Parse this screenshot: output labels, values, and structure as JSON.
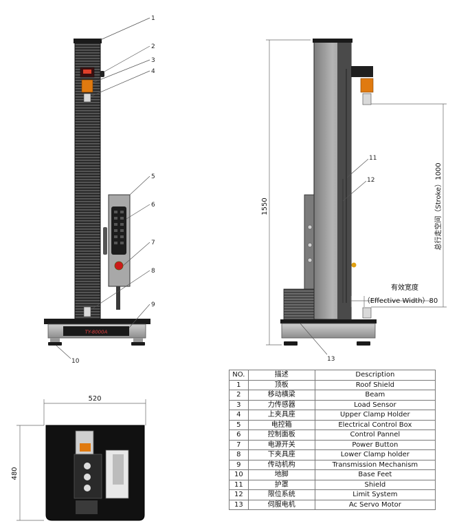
{
  "callouts": [
    "1",
    "2",
    "3",
    "4",
    "5",
    "6",
    "7",
    "8",
    "9",
    "10",
    "11",
    "12",
    "13"
  ],
  "dimensions": {
    "height": "1550",
    "stroke": "总行走空间（Stroke）1000",
    "effective_width_cn": "有效宽度",
    "effective_width_en": "（Effective Width）80",
    "base_width": "520",
    "base_depth": "480"
  },
  "machine_label": "TY-8000A",
  "colors": {
    "frame": "#2b2b2b",
    "panel": "#9a9a9a",
    "accent": "#e07a10",
    "power": "#cc1a1a"
  },
  "parts_table": {
    "headers": [
      "NO.",
      "描述",
      "Description"
    ],
    "rows": [
      {
        "no": "1",
        "cn": "顶板",
        "en": "Roof Shield"
      },
      {
        "no": "2",
        "cn": "移动横梁",
        "en": "Beam"
      },
      {
        "no": "3",
        "cn": "力传感器",
        "en": "Load Sensor"
      },
      {
        "no": "4",
        "cn": "上夹具座",
        "en": "Upper Clamp Holder"
      },
      {
        "no": "5",
        "cn": "电控箱",
        "en": "Electrical Control Box"
      },
      {
        "no": "6",
        "cn": "控制面板",
        "en": "Control Pannel"
      },
      {
        "no": "7",
        "cn": "电源开关",
        "en": "Power Button"
      },
      {
        "no": "8",
        "cn": "下夹具座",
        "en": "Lower Clamp holder"
      },
      {
        "no": "9",
        "cn": "传动机构",
        "en": "Transmission Mechanism"
      },
      {
        "no": "10",
        "cn": "地脚",
        "en": "Base Feet"
      },
      {
        "no": "11",
        "cn": "护罩",
        "en": "Shield"
      },
      {
        "no": "12",
        "cn": "限位系统",
        "en": "Limit System"
      },
      {
        "no": "13",
        "cn": "伺服电机",
        "en": "Ac Servo Motor"
      }
    ]
  }
}
